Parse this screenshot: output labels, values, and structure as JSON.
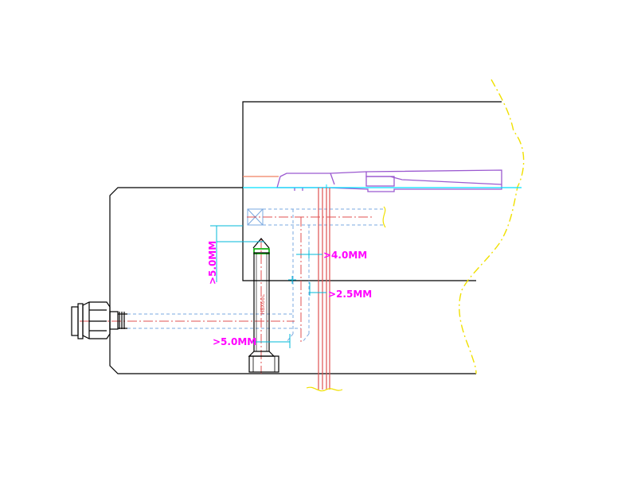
{
  "annotations": {
    "dim_4_0": ">4.0MM",
    "dim_2_5": ">2.5MM",
    "dim_5_0_vertical": ">5.0MM",
    "dim_5_0_horizontal": ">5.0MM",
    "screw_label": "M8X60L"
  },
  "colors": {
    "outline": "#000000",
    "dimension": "#00b8d8",
    "annotation_text": "#ff00ff",
    "hidden_line": "#7aa8e0",
    "center_line": "#e05050",
    "ejector": "#9b59d0",
    "pin_cap": "#00aa00",
    "break_line": "#f0e000",
    "cyan_line": "#00e0ff"
  }
}
